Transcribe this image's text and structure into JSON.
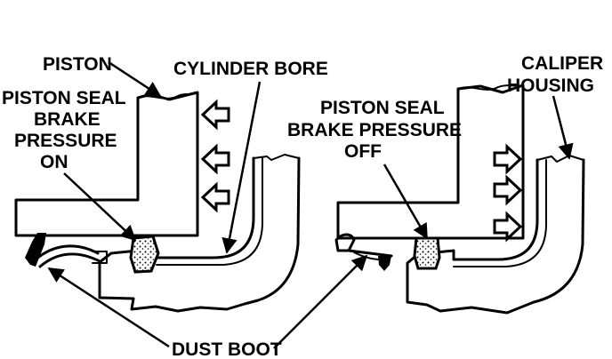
{
  "labels": {
    "piston": "PISTON",
    "cylinder_bore": "CYLINDER BORE",
    "caliper_housing_line1": "CALIPER",
    "caliper_housing_line2": "HOUSING",
    "seal_on_line1": "PISTON SEAL",
    "seal_on_line2": "BRAKE",
    "seal_on_line3": "PRESSURE",
    "seal_on_line4": "ON",
    "seal_off_line1": "PISTON SEAL",
    "seal_off_line2": "BRAKE PRESSURE",
    "seal_off_line3": "OFF",
    "dust_boot": "DUST BOOT"
  },
  "colors": {
    "ink": "#000000",
    "paper": "#ffffff"
  }
}
